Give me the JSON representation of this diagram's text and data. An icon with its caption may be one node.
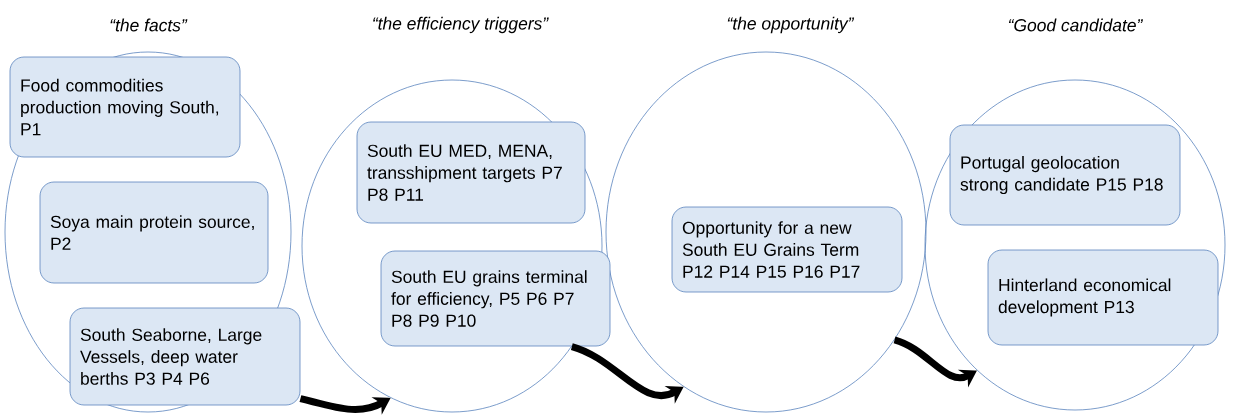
{
  "diagram": {
    "nodes": [
      {
        "text": [
          "“the facts”"
        ]
      },
      {
        "text": [
          "Food commodities production moving South, P1"
        ],
        "in": 0
      },
      {
        "text": [
          "Soya main protein source, P2"
        ],
        "in": 0
      },
      {
        "text": [
          "South Seaborne, Large Vessels, deep water berths P3 P4 P6"
        ],
        "in": 0
      },
      {
        "text": [
          "“the efficiency triggers”"
        ]
      },
      {
        "text": [
          "South EU MED, MENA, transshipment targets P7 P8 P11"
        ],
        "in": 4
      },
      {
        "text": [
          "South EU grains terminal for efficiency, P5 P6 P7 P8 P9 P10"
        ],
        "in": 4
      },
      {
        "text": [
          "“the opportunity”"
        ]
      },
      {
        "text": [
          "Opportunity for a new South EU Grains Term P12 P14 P15 P16 P17"
        ],
        "in": 7
      },
      {
        "text": [
          "“Good candidate”"
        ]
      },
      {
        "text": [
          "Portugal geolocation strong candidate P15 P18"
        ],
        "in": 9
      },
      {
        "text": [
          "Hinterland economical development P13"
        ],
        "in": 9
      }
    ],
    "edges": [
      {
        "from": 3,
        "to": 4,
        "arrow": "to"
      },
      {
        "from": 4,
        "to": 7,
        "arrow": "to"
      },
      {
        "from": 7,
        "to": 9,
        "arrow": "to"
      }
    ]
  }
}
